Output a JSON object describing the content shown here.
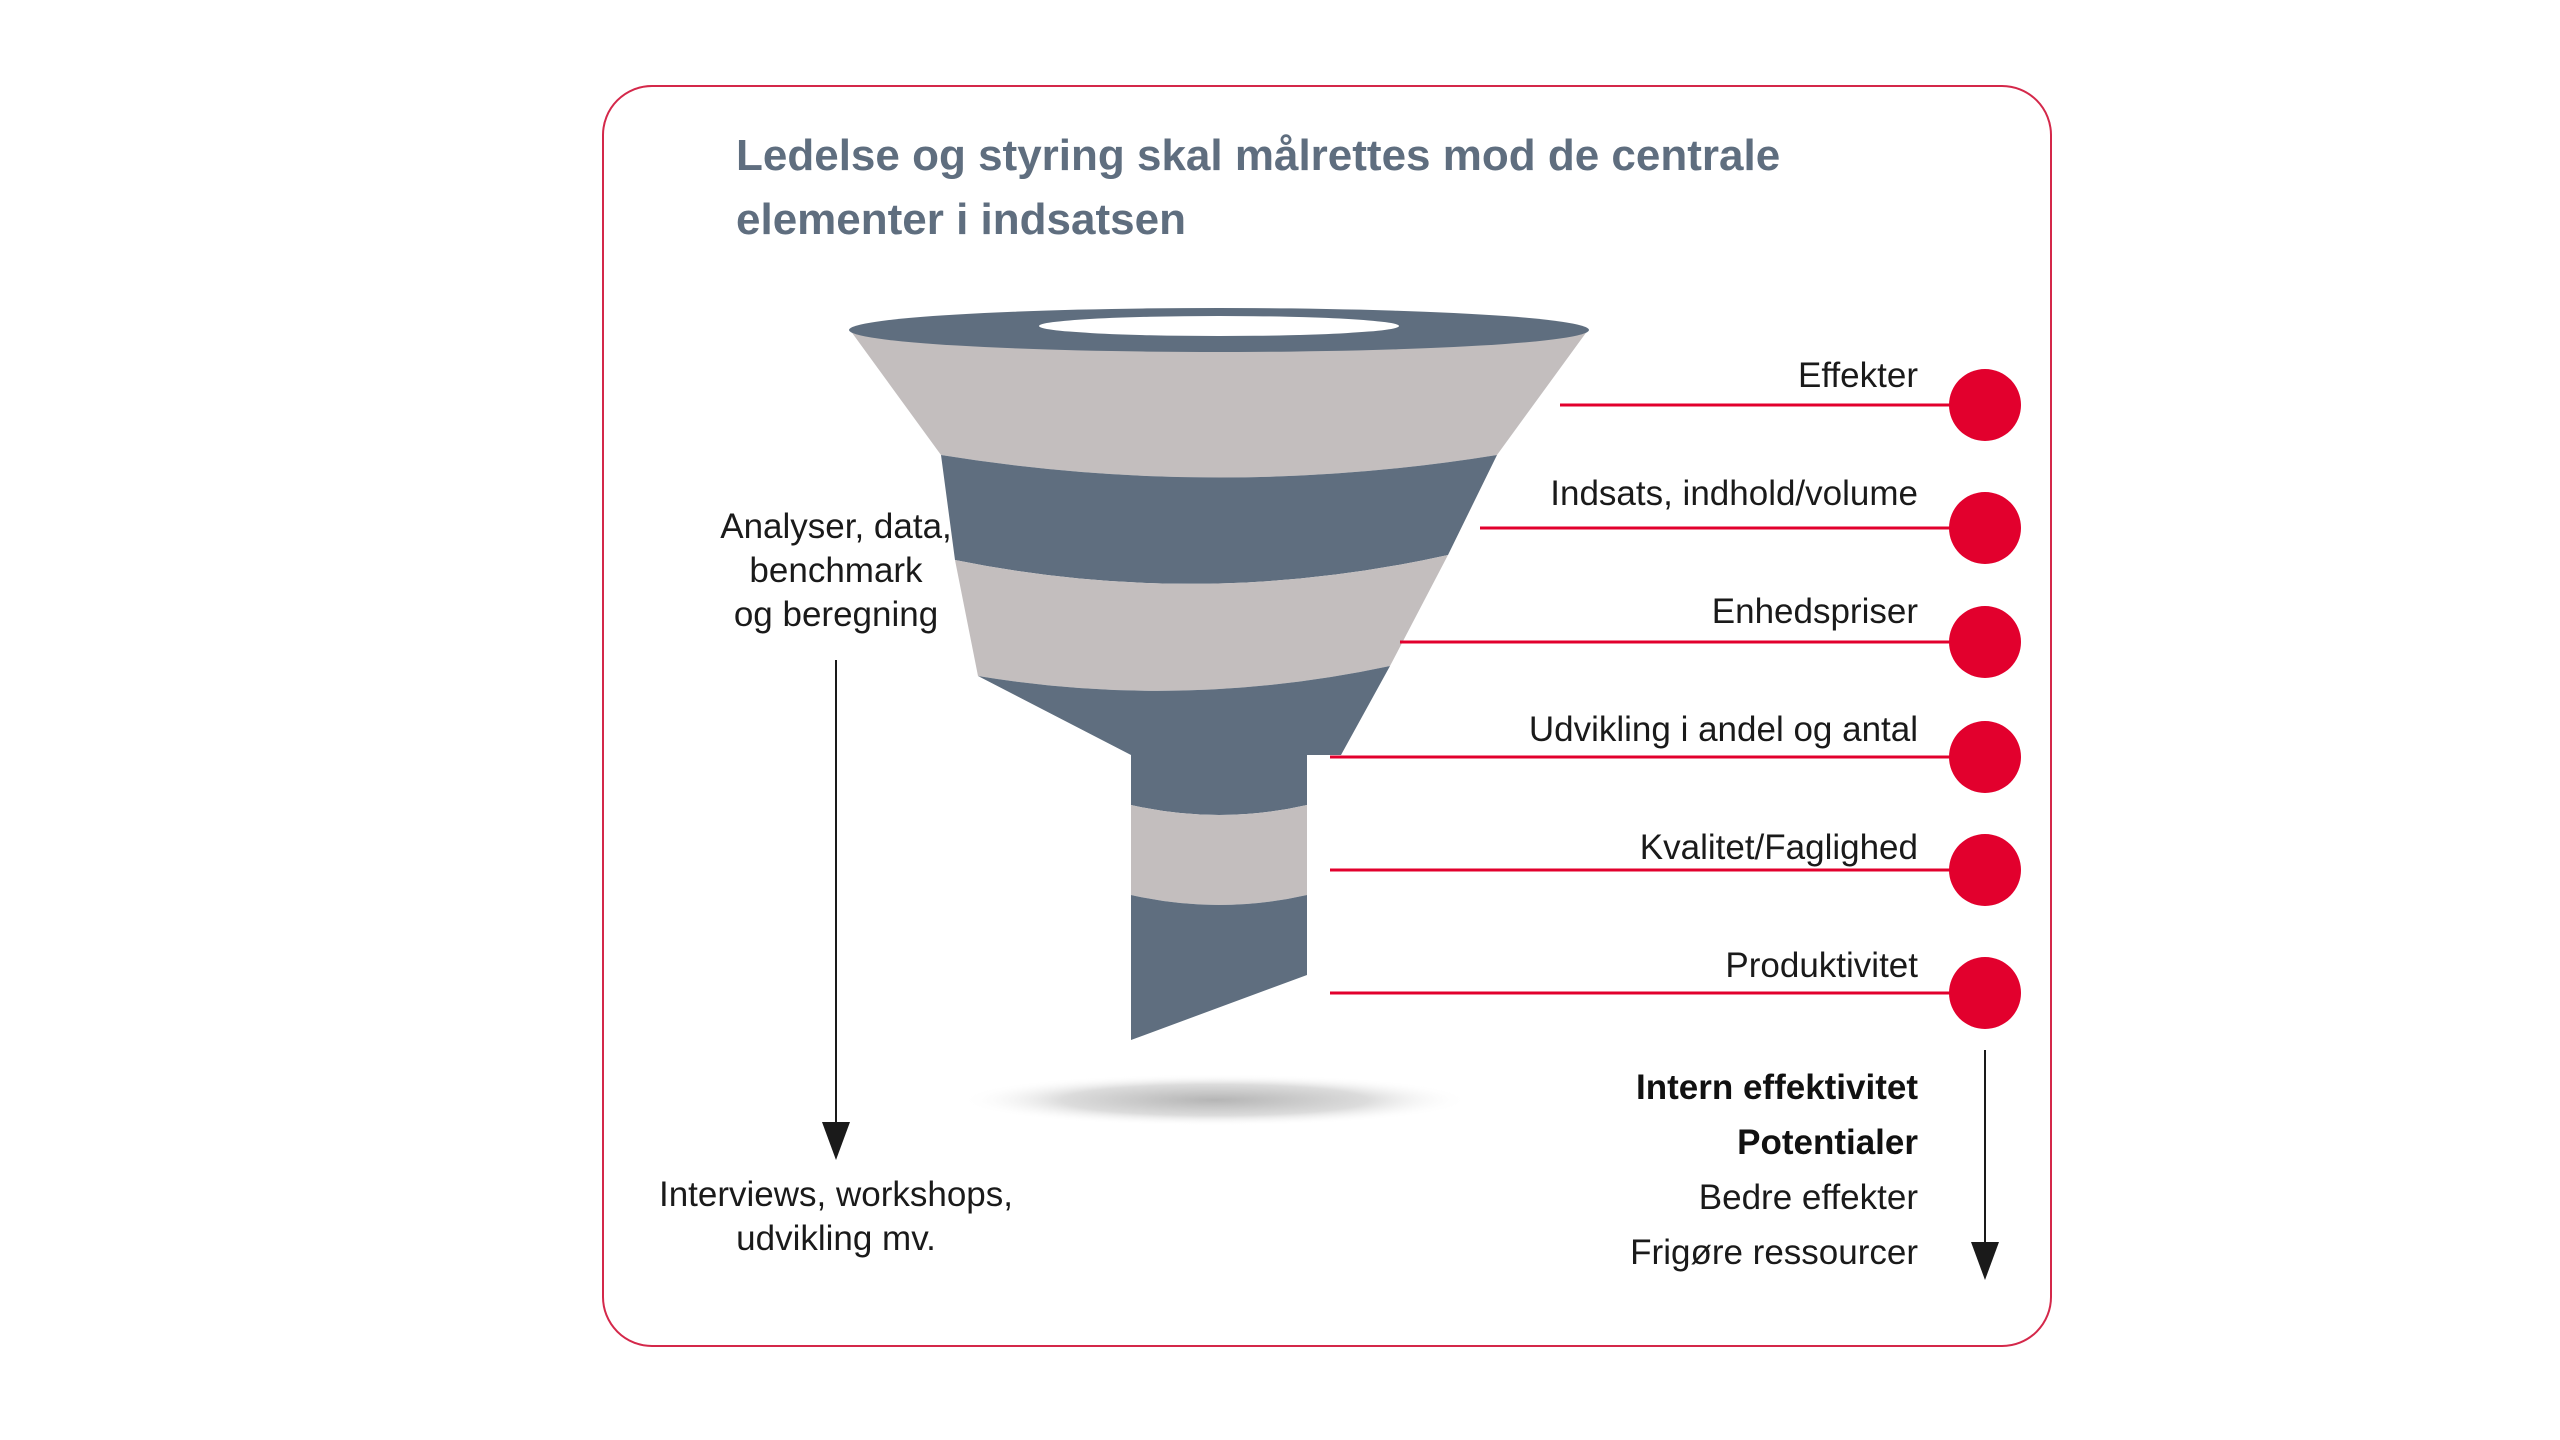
{
  "title": {
    "line1": "Ledelse og styring skal målrettes mod de centrale",
    "line2": "elementer i indsatsen"
  },
  "left_label_top": {
    "line1": "Analyser, data,",
    "line2": "benchmark",
    "line3": "og beregning"
  },
  "left_label_bottom": {
    "line1": "Interviews, workshops,",
    "line2": "udvikling mv."
  },
  "elements": [
    {
      "label": "Effekter"
    },
    {
      "label": "Indsats, indhold/volume"
    },
    {
      "label": "Enhedspriser"
    },
    {
      "label": "Udvikling i andel og antal"
    },
    {
      "label": "Kvalitet/Faglighed"
    },
    {
      "label": "Produktivitet"
    }
  ],
  "outcomes": {
    "line1": "Intern effektivitet",
    "line2": "Potentialer",
    "line3": "Bedre effekter",
    "line4": "Frigøre ressourcer"
  },
  "colors": {
    "accent": "#e2002d",
    "funnel_dark": "#5f6e7f",
    "funnel_light": "#c3bebe",
    "border": "#d4284a"
  }
}
